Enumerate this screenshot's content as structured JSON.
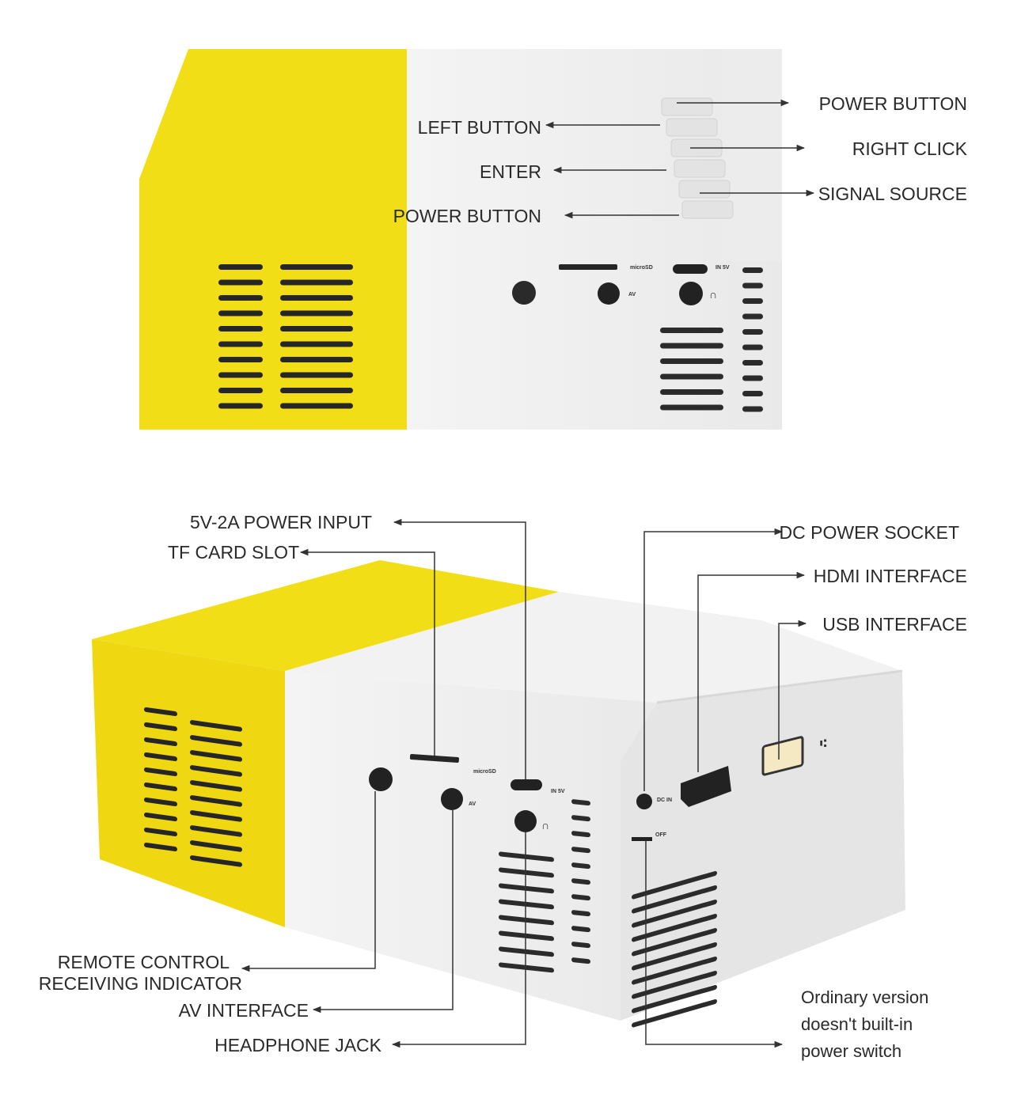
{
  "colors": {
    "yellow": "#f2de16",
    "yellow_dark": "#e1c70e",
    "white_body": "#efefef",
    "white_side": "#e6e6e6",
    "vent": "#262626",
    "text": "#2a2a2a"
  },
  "top_view": {
    "labels": {
      "power_button_right": "POWER BUTTON",
      "right_click": "RIGHT CLICK",
      "signal_source": "SIGNAL SOURCE",
      "left_button": "LEFT BUTTON",
      "enter": "ENTER",
      "power_button_left": "POWER BUTTON"
    },
    "port_marks": {
      "microsd": "microSD",
      "in5v": "IN 5V",
      "av": "AV"
    }
  },
  "bottom_view": {
    "labels": {
      "power_input": "5V-2A POWER INPUT",
      "tf_card_slot": "TF CARD SLOT",
      "dc_power_socket": "DC POWER SOCKET",
      "hdmi_interface": "HDMI INTERFACE",
      "usb_interface": "USB INTERFACE",
      "remote_line1": "REMOTE CONTROL",
      "remote_line2": "RECEIVING INDICATOR",
      "av_interface": "AV INTERFACE",
      "headphone_jack": "HEADPHONE JACK",
      "note_line1": "Ordinary version",
      "note_line2": "doesn't built-in",
      "note_line3": "power switch"
    },
    "port_marks": {
      "microsd": "microSD",
      "in5v": "IN 5V",
      "av": "AV",
      "dcin": "DC IN",
      "off": "OFF"
    }
  }
}
